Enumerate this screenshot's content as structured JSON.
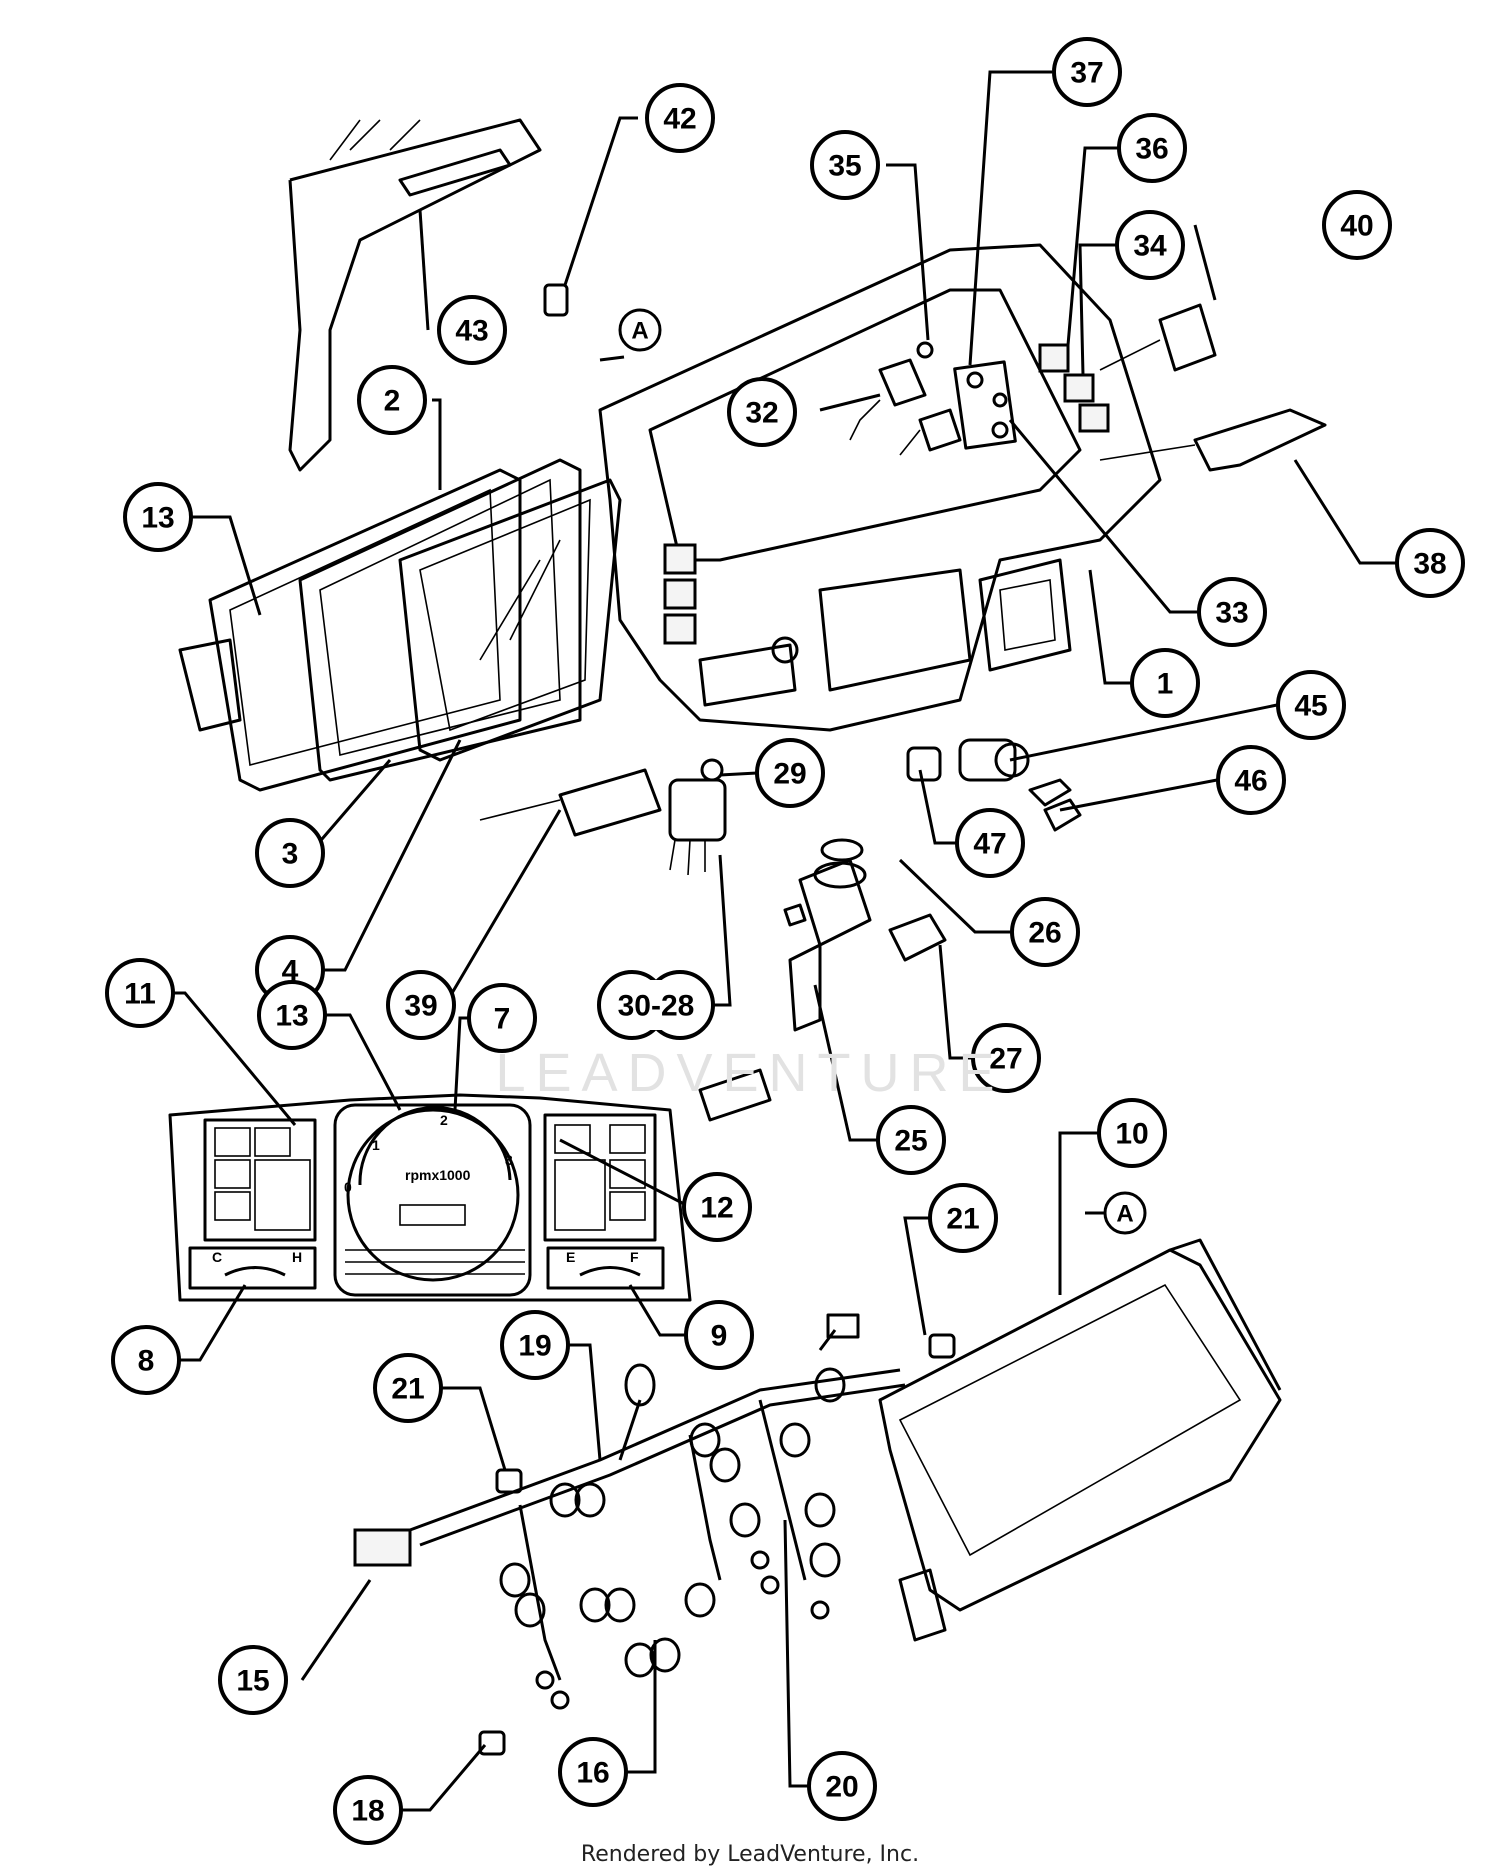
{
  "callouts": [
    {
      "id": "43",
      "label": "43"
    },
    {
      "id": "42",
      "label": "42"
    },
    {
      "id": "a-top",
      "label": "A"
    },
    {
      "id": "35",
      "label": "35"
    },
    {
      "id": "37",
      "label": "37"
    },
    {
      "id": "36",
      "label": "36"
    },
    {
      "id": "40",
      "label": "40"
    },
    {
      "id": "34",
      "label": "34"
    },
    {
      "id": "2",
      "label": "2"
    },
    {
      "id": "13-top",
      "label": "13"
    },
    {
      "id": "32",
      "label": "32"
    },
    {
      "id": "38",
      "label": "38"
    },
    {
      "id": "33",
      "label": "33"
    },
    {
      "id": "1",
      "label": "1"
    },
    {
      "id": "45",
      "label": "45"
    },
    {
      "id": "46",
      "label": "46"
    },
    {
      "id": "29",
      "label": "29"
    },
    {
      "id": "47",
      "label": "47"
    },
    {
      "id": "3",
      "label": "3"
    },
    {
      "id": "4",
      "label": "4"
    },
    {
      "id": "39",
      "label": "39"
    },
    {
      "id": "30-28",
      "label": "30-28"
    },
    {
      "id": "26",
      "label": "26"
    },
    {
      "id": "27",
      "label": "27"
    },
    {
      "id": "11",
      "label": "11"
    },
    {
      "id": "13-mid",
      "label": "13"
    },
    {
      "id": "7",
      "label": "7"
    },
    {
      "id": "25",
      "label": "25"
    },
    {
      "id": "12",
      "label": "12"
    },
    {
      "id": "10",
      "label": "10"
    },
    {
      "id": "a-bottom",
      "label": "A"
    },
    {
      "id": "21-right",
      "label": "21"
    },
    {
      "id": "8",
      "label": "8"
    },
    {
      "id": "9",
      "label": "9"
    },
    {
      "id": "19",
      "label": "19"
    },
    {
      "id": "21-left",
      "label": "21"
    },
    {
      "id": "15",
      "label": "15"
    },
    {
      "id": "16",
      "label": "16"
    },
    {
      "id": "20",
      "label": "20"
    },
    {
      "id": "18",
      "label": "18"
    }
  ],
  "gauge": {
    "tick_1": "1",
    "tick_2": "2",
    "tick_3": "3",
    "tick_0": "0",
    "rpm_label": "rpmx1000",
    "temp_c": "C",
    "temp_h": "H",
    "fuel_e": "E",
    "fuel_f": "F"
  },
  "watermark": "LEADVENTURE",
  "footer": "Rendered by LeadVenture, Inc."
}
